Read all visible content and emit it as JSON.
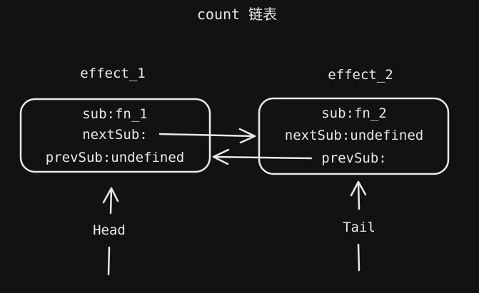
{
  "title": "count 链表",
  "nodes": [
    {
      "label": "effect_1",
      "sub": "sub:fn_1",
      "next": "nextSub:",
      "prev": "prevSub:undefined",
      "pointer": "Head"
    },
    {
      "label": "effect_2",
      "sub": "sub:fn_2",
      "next": "nextSub:undefined",
      "prev": "prevSub:",
      "pointer": "Tail"
    }
  ],
  "colors": {
    "background": "#121212",
    "foreground": "#e8e8e8"
  }
}
